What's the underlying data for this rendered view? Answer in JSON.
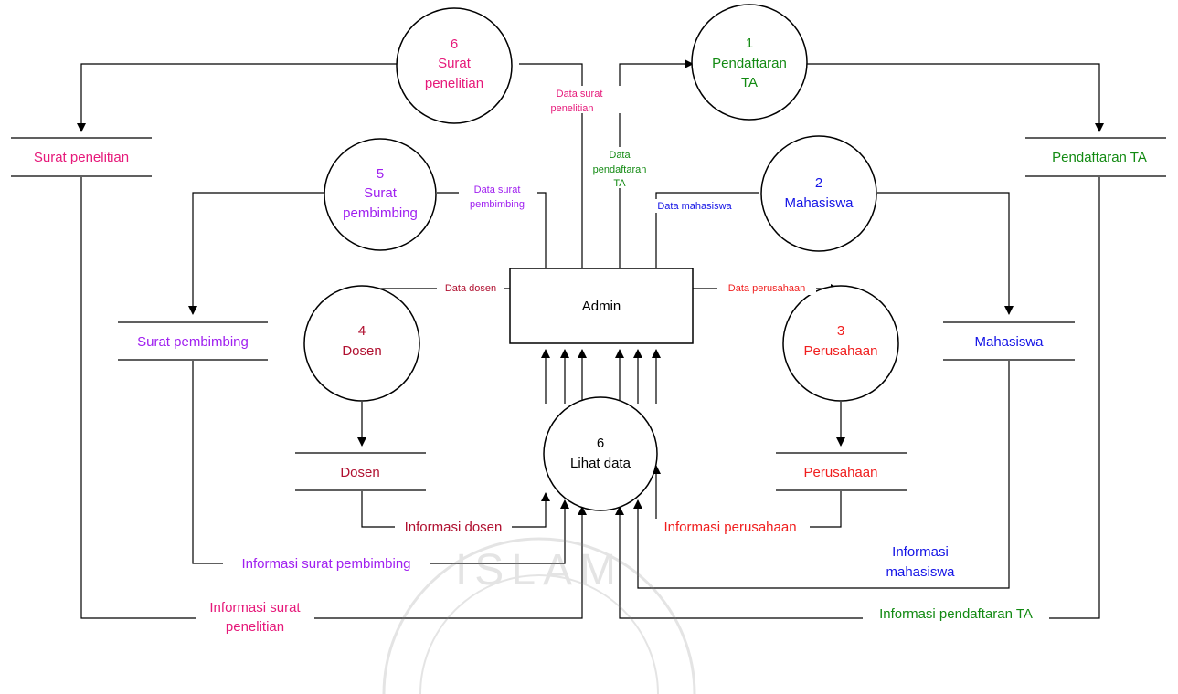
{
  "colors": {
    "pink": "#E6197A",
    "green": "#128A12",
    "blue": "#1414E6",
    "red": "#F01E1E",
    "maroon": "#B01030",
    "purple": "#A020F0",
    "black": "#000000"
  },
  "entity": {
    "name": "Admin"
  },
  "processes": {
    "p1": {
      "number": "1",
      "line1": "Pendaftaran",
      "line2": "TA"
    },
    "p2": {
      "number": "2",
      "line1": "Mahasiswa"
    },
    "p3": {
      "number": "3",
      "line1": "Perusahaan"
    },
    "p4": {
      "number": "4",
      "line1": "Dosen"
    },
    "p5": {
      "number": "5",
      "line1": "Surat",
      "line2": "pembimbing"
    },
    "p6a": {
      "number": "6",
      "line1": "Surat",
      "line2": "penelitian"
    },
    "p6b": {
      "number": "6",
      "line1": "Lihat data"
    }
  },
  "stores": {
    "surat_penelitian": "Surat penelitian",
    "pendaftaran_ta": "Pendaftaran TA",
    "surat_pembimbing": "Surat pembimbing",
    "mahasiswa": "Mahasiswa",
    "dosen": "Dosen",
    "perusahaan": "Perusahaan"
  },
  "flows": {
    "data_surat_penelitian": {
      "line1": "Data surat",
      "line2": "penelitian"
    },
    "data_pendaftaran": {
      "line1": "Data",
      "line2": "pendaftaran",
      "line3": "TA"
    },
    "data_surat_pembimbing": {
      "line1": "Data surat",
      "line2": "pembimbing"
    },
    "data_mahasiswa": "Data mahasiswa",
    "data_dosen": "Data dosen",
    "data_perusahaan": "Data perusahaan",
    "info_dosen": "Informasi dosen",
    "info_perusahaan": "Informasi perusahaan",
    "info_surat_pembimbing": "Informasi surat pembimbing",
    "info_mahasiswa": {
      "line1": "Informasi",
      "line2": "mahasiswa"
    },
    "info_surat_penelitian": {
      "line1": "Informasi surat",
      "line2": "penelitian"
    },
    "info_pendaftaran": "Informasi pendaftaran TA"
  },
  "watermark": {
    "text": "ISLAM"
  }
}
